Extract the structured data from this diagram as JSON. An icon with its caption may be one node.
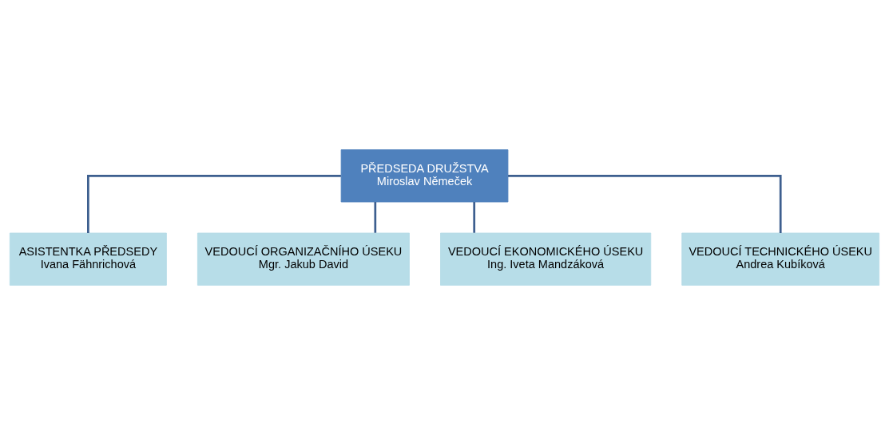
{
  "diagram": {
    "nodes": [
      {
        "text": [
          "PŘEDSEDA DRUŽSTVA",
          "Miroslav Němeček"
        ]
      },
      {
        "text": [
          "ASISTENTKA PŘEDSEDY",
          "Ivana Fähnrichová"
        ]
      },
      {
        "text": [
          "VEDOUCÍ ORGANIZAČNÍHO ÚSEKU",
          "Mgr. Jakub David"
        ]
      },
      {
        "text": [
          "VEDOUCÍ EKONOMICKÉHO ÚSEKU",
          "Ing. Iveta Mandzáková"
        ]
      },
      {
        "text": [
          "VEDOUCÍ TECHNICKÉHO ÚSEKU",
          "Andrea Kubíková"
        ]
      }
    ],
    "edges": [
      {
        "from": 0,
        "to": 1,
        "arrow": "none"
      },
      {
        "from": 0,
        "to": 2,
        "arrow": "none"
      },
      {
        "from": 0,
        "to": 3,
        "arrow": "none"
      },
      {
        "from": 0,
        "to": 4,
        "arrow": "none"
      }
    ]
  }
}
